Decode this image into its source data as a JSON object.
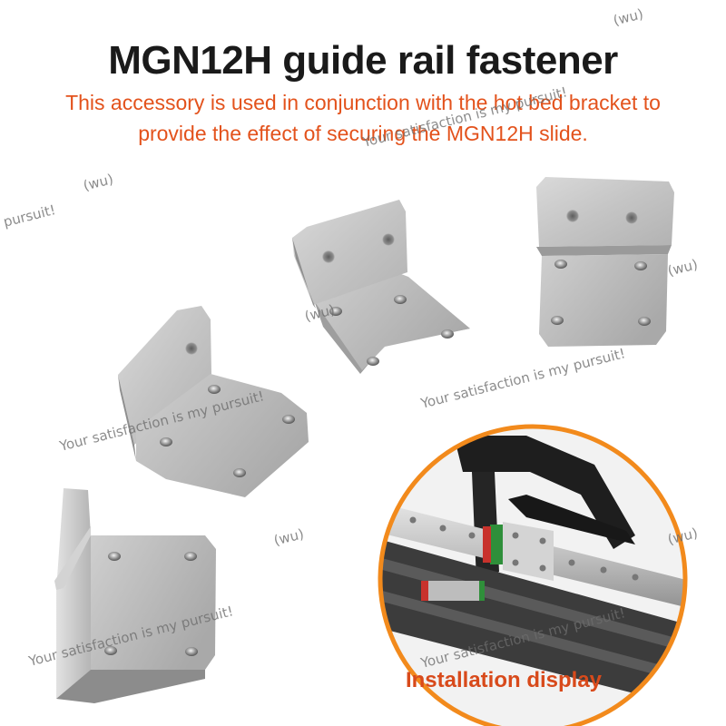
{
  "title": "MGN12H guide rail fastener",
  "subtitle_line1": "This accessory is used in conjunction with the hot bed bracket to",
  "subtitle_line2": "provide the effect of securing the MGN12H slide.",
  "install_label": "Installation display",
  "watermark": {
    "slogan": "Your satisfaction is my pursuit!",
    "slogan_tail": "pursuit!",
    "tag": "(wu)"
  },
  "colors": {
    "title": "#1a1a1a",
    "subtitle": "#e3521c",
    "install_label": "#d84a1b",
    "aluminum": "#c9c9c9",
    "ring": "#f28a1c"
  }
}
